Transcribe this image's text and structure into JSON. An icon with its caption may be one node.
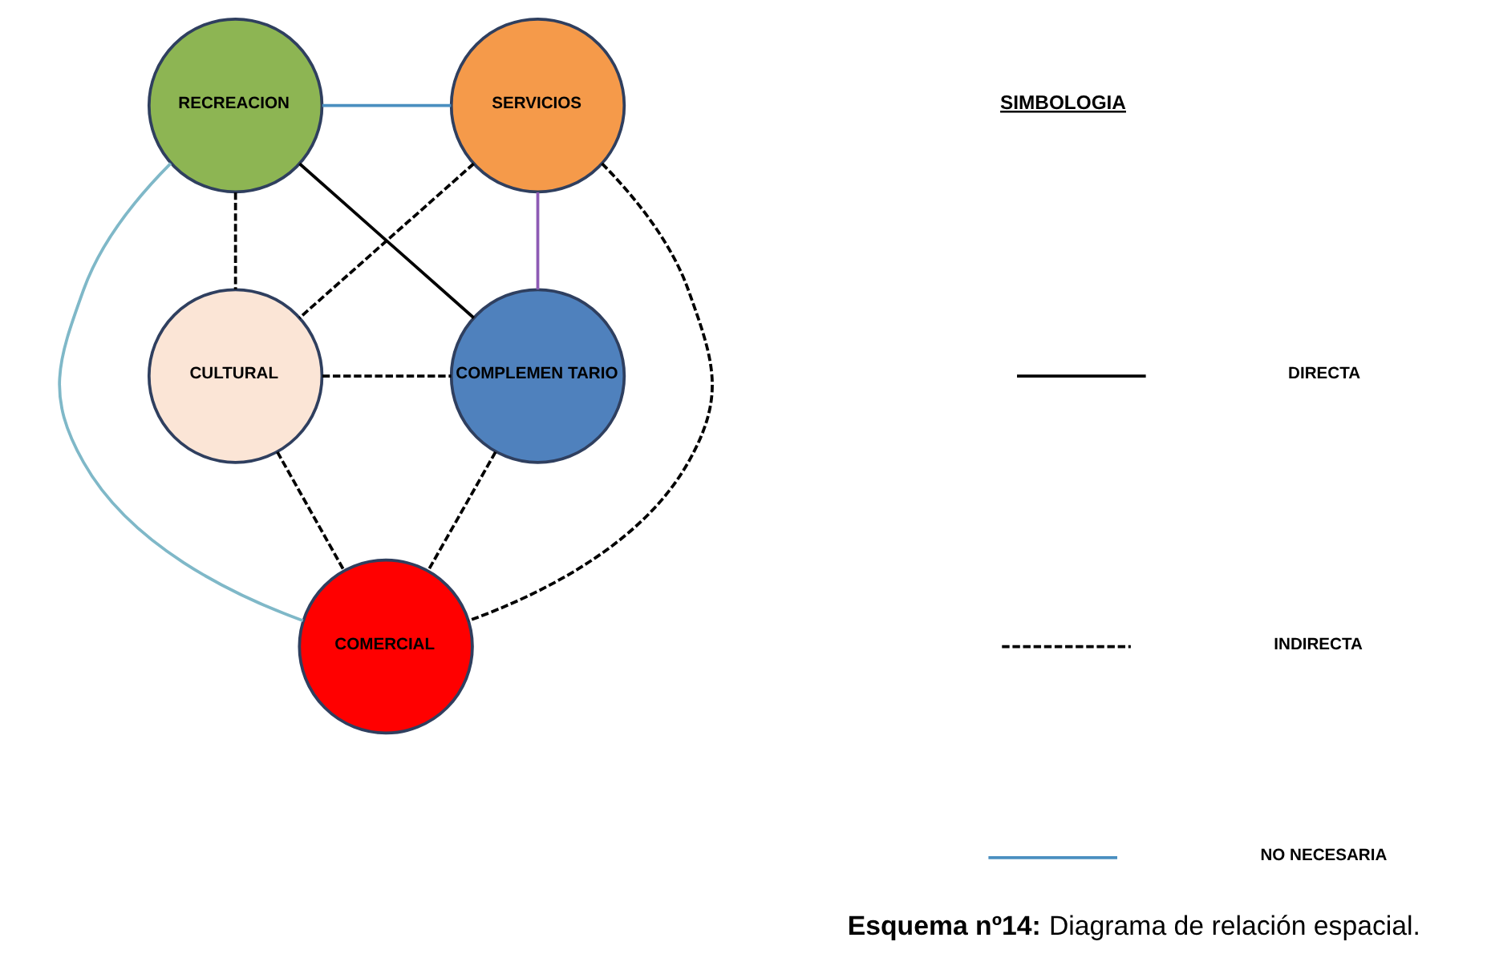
{
  "diagram": {
    "caption": "**Esquema nº14:** Diagrama de relación espacial.",
    "nodes": [
      {
        "text": [
          "RECREACION"
        ]
      },
      {
        "text": [
          "SERVICIOS"
        ]
      },
      {
        "text": [
          "CULTURAL"
        ]
      },
      {
        "text": [
          "COMPLEMEN TARIO"
        ]
      },
      {
        "text": [
          "COMERCIAL"
        ]
      }
    ],
    "edges": [
      {
        "from": 0,
        "to": 1,
        "arrow": "none",
        "color": "#4a8fc0"
      },
      {
        "from": 0,
        "to": 2,
        "arrow": "none",
        "style": "dashed"
      },
      {
        "from": 0,
        "to": 3,
        "arrow": "none"
      },
      {
        "from": 0,
        "to": 4,
        "arrow": "none",
        "color": "#7fb8c8"
      },
      {
        "from": 1,
        "to": 2,
        "arrow": "none",
        "style": "dashed"
      },
      {
        "from": 1,
        "to": 4,
        "arrow": "none",
        "style": "dashed"
      },
      {
        "from": 1,
        "to": 3,
        "arrow": "none",
        "color": "#8e5bb5"
      },
      {
        "from": 2,
        "to": 3,
        "arrow": "none",
        "style": "dashed"
      },
      {
        "from": 2,
        "to": 4,
        "arrow": "none",
        "style": "dashed"
      },
      {
        "from": 3,
        "to": 4,
        "arrow": "none",
        "style": "dashed"
      }
    ],
    "labels": [
      "SIMBOLOGIA"
    ],
    "legend": [
      {
        "text": "DIRECTA"
      },
      {
        "text": "INDIRECTA"
      },
      {
        "text": "NO NECESARIA"
      }
    ]
  }
}
